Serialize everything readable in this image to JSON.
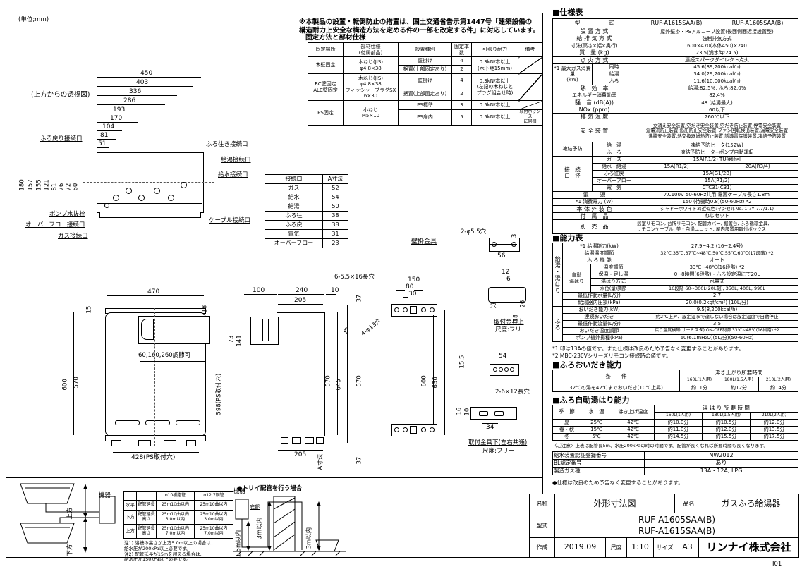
{
  "page": {
    "unit_note": "(単位;mm)",
    "code": "I01"
  },
  "top_note": "※本製品の設置・転倒防止の措置は、国土交通省告示第1447号「建築設備の\n構造耐力上安全な構造方法を定める件の一部を改定する件」に対応しています。",
  "fixing": {
    "title": "固定方法と部材仕様",
    "h": [
      "固定場所",
      "部材仕様\n(付属部品)",
      "設置種別",
      "固定本数",
      "引張り耐力",
      "備考"
    ],
    "wood": {
      "place": "木壁固定",
      "parts": "木ねじ(JIS)\nφ4.8×38",
      "t1": "壁掛け",
      "q1": "4",
      "t2": "据置(上部固定あり)",
      "q2": "2",
      "pull": "0.3kN/本以上\n(木下地15mm)"
    },
    "rc": {
      "place": "RC壁固定\nALC壁固定",
      "parts": "木ねじ(JIS)\nφ4.8×38\nフィッシャープラグSX\n6×30",
      "t1": "壁掛け",
      "q1": "4",
      "t2": "据置(上部固定あり)",
      "q2": "2",
      "pull": "0.3kN/本以上\n(左記の木ねじと\nプラグ組合せ時)"
    },
    "ps": {
      "place": "PS固定",
      "parts": "小ねじ\nM5×10",
      "t1": "PS標準",
      "q1": "3",
      "p1": "0.5kN/本以上",
      "t2": "PS扉内",
      "q2": "5",
      "p2": "0.5kN/本以上",
      "note": "取付ボックス\nに同梱"
    }
  },
  "top_view": {
    "caption": "(上方からの透視図)",
    "h": [
      "450",
      "403",
      "336",
      "286",
      "193",
      "170",
      "104",
      "81",
      "51"
    ],
    "v": [
      "180",
      "157",
      "155",
      "121",
      "81",
      "76",
      "72",
      "60"
    ],
    "l": [
      "ふろ戻り接続口",
      "ポンプ水抜栓",
      "オーバーフロー接続口",
      "ガス接続口"
    ],
    "r": [
      "ふろ往き接続口",
      "給湯接続口",
      "給水接続口",
      "ケーブル接続口"
    ]
  },
  "conn": {
    "h1": "接続口",
    "h2": "A寸法",
    "rows": [
      [
        "ガス",
        "52"
      ],
      [
        "給水",
        "54"
      ],
      [
        "給湯",
        "50"
      ],
      [
        "ふろ往",
        "38"
      ],
      [
        "ふろ戻",
        "38"
      ],
      [
        "電気",
        "31"
      ],
      [
        "オーバーフロー",
        "23"
      ]
    ]
  },
  "front": {
    "w": "470",
    "ml": "15",
    "mr": "18",
    "h1": "600",
    "h2": "570",
    "ps_h": "598(PS取付穴)",
    "ps_w": "428(PS取付穴)",
    "adj": "60,160,260調節可"
  },
  "side": {
    "d1": "100",
    "d2": "240",
    "d3": "10",
    "tw": "205",
    "e1": "73",
    "e2": "141",
    "h1": "570",
    "h2": "645",
    "bw": "205",
    "a": "A寸法"
  },
  "wbracket": {
    "name": "壁掛金具",
    "slot": "6-5.5×16長穴",
    "d150": "150",
    "d80": "80",
    "d30": "30",
    "holes": "4-φ13穴",
    "t37a": "37",
    "d25": "25",
    "h570": "570",
    "h600": "600",
    "h630": "630",
    "t37b": "37"
  },
  "tbracket": {
    "holes": "2-φ5.5穴",
    "d13": "13",
    "d56": "56",
    "d12": "12",
    "d6": "6",
    "hole": "穴",
    "d26": "26",
    "d18": "18",
    "cap": "取付金具上",
    "scale": "尺度:フリー"
  },
  "bbracket": {
    "d155": "15.5",
    "d54": "54",
    "slot": "2-6×12長穴",
    "d16": "16",
    "d10": "10",
    "d34": "34",
    "cap": "取付金具下(左右共通)",
    "scale": "尺度:フリー"
  },
  "bath": {
    "up": "上方",
    "down": "下方",
    "unit": "機器"
  },
  "piping": {
    "c1": "φ10樹脂管",
    "c2": "φ12.7銅管",
    "rows": [
      {
        "dir": "水平",
        "item": "配管延長",
        "v1": "25m10曲以内",
        "v2": "25m10曲以内"
      },
      {
        "dir": "下方",
        "item": "配管延長\n高さ",
        "v1": "25m10曲以内\n3.0m以内",
        "v2": "25m10曲以内\n3.0m以内"
      },
      {
        "dir": "上方",
        "item": "配管延長\n高さ",
        "v1": "25m10曲以内\n7.0m以内",
        "v2": "25m10曲以内\n7.0m以内"
      }
    ],
    "notes": "注1) 浴槽の高さが上方5.0m以上の場合は、\n給水圧が200kPa以上必要です。\n注2) 配管延長が15mを超える場合は、\n給水圧が150kPa以上必要です。"
  },
  "torii": {
    "title": "●トリイ配管を行う場合",
    "unit": "機器",
    "bottom": "底部",
    "a1": "3m以内",
    "a2": "1.5m以内",
    "a3": "3m以内"
  },
  "spec": {
    "title": "■仕様表",
    "model": {
      "label": "型　　　　　式",
      "v1": "RUF-A1615SAA(B)",
      "v2": "RUF-A1605SAA(B)"
    },
    "rows1": [
      {
        "label": "設 置 方 式",
        "value": "屋外壁掛・PSアルコーブ設置(後面側面近接設置型)"
      },
      {
        "label": "給 排 気 方 式",
        "value": "強制排気方式"
      },
      {
        "label": "寸法(高さ×幅×奥行)",
        "value": "600×470(本体450)×240"
      },
      {
        "label": "質　量 (kg)",
        "value": "23.5(満水時:24.5)"
      },
      {
        "label": "点 火 方 式",
        "value": "連続スパークダイレクト点火"
      }
    ],
    "gas": {
      "label": "*1 最大ガス消費量\n(kW)",
      "k0": "同時",
      "v0": "45.6(39,200kcal/h)",
      "k1": "給湯",
      "v1": "34.0(29,200kcal/h)",
      "k2": "ふろ",
      "v2": "11.6(10,000kcal/h)"
    },
    "rows2": [
      {
        "label": "熱　効　率",
        "value": "給湯:82.5%, ふろ:82.0%"
      },
      {
        "label": "エネルギー消費効率",
        "value": "82.4%"
      },
      {
        "label": "騒　音 (dB(A))",
        "value": "48 (給湯最大)"
      },
      {
        "label": "NOx (ppm)",
        "value": "60以下"
      },
      {
        "label": "排 気 温 度",
        "value": "260℃以下"
      },
      {
        "label": "安 全 装 置",
        "value": "立消え安全装置,空だき安全装置,空だき防止装置,停電安全装置\n過電流防止装置,過圧防止安全装置,ファン回転検出装置,漏電安全装置\n沸騰安全装置,熱交換器過熱防止装置,誘導雷保護装置,凍結予防装置"
      }
    ],
    "freeze": {
      "label": "凍結予防",
      "k0": "給　湯",
      "v0": "凍結予防ヒータ(152W)",
      "k1": "ふ　ろ",
      "v1": "凍結予防ヒータ+ポンプ自動運転"
    },
    "conn": {
      "label": "接　続\n口　径",
      "k0": "ガ　ス",
      "v0": "15A(R1/2) TU接続可",
      "k1": "給水・給湯",
      "v1a": "15A(R1/2)",
      "v1b": "20A(R3/4)",
      "k2": "ふろ往戻",
      "v2": "15A(G1/2B)",
      "k3": "オーバーフロー",
      "v3": "15A(R1/2)",
      "k4": "電　気",
      "v4": "CTC31(C31)"
    },
    "rows3": [
      {
        "label": "電　　源",
        "value": "AC100V 50-60Hz共用 電源ケーブル長さ1.8m"
      },
      {
        "label": "*1 消費電力 (W)",
        "value": "150 (待機時0.8)(50-60Hz) *2"
      },
      {
        "label": "本 体 外 装 色",
        "value": "シャドーホワイト3(近似色:マンセルNo. 1.7Y 7.7/1.1)"
      },
      {
        "label": "付　属　品",
        "value": "ねじセット"
      },
      {
        "label": "別　売　品",
        "value": "浴室リモコン, 台所リモコン, 配管カバー, 据置台, ふろ循環金具,\nリモコンケーブル, 美・白湯ユニット, 屋内設置用取付ボックス"
      }
    ]
  },
  "cap": {
    "title": "■能力表",
    "g1": "給湯・湯はり",
    "g2": "ふろ",
    "rows": [
      {
        "label": "*1 給湯能力(kW)",
        "value": "27.9~4.2 (16~2.4号)"
      },
      {
        "label": "給湯温度調節",
        "value": "32℃,35℃,37℃~48℃,50℃,55℃,60℃(17段階) *2"
      },
      {
        "label": "ふ ろ 機 能",
        "value": "オート"
      }
    ],
    "auto": {
      "label": "自動\n湯はり",
      "k0": "温度調節",
      "v0": "33℃~48℃(16段階) *2",
      "k1": "保温・足し湯",
      "v1": "0~8時間(6段階)・ふろ設定温にて20L",
      "k2": "湯はり方式",
      "v2": "水量式",
      "k3": "水位(量)調節",
      "v3": "16段階 60~300L(20L刻), 350L, 400L, 990L"
    },
    "rows2": [
      {
        "label": "最低作動水量(L/分)",
        "value": "2.7"
      },
      {
        "label": "給湯器内圧損(kPa)",
        "value": "20.0(0.2kgf/cm²) (10L/分)"
      }
    ],
    "furo": [
      {
        "label": "おいだき能力(kW)",
        "value": "9.5(8,200kcal/h)"
      },
      {
        "label": "連続おいだき",
        "value": "約2℃上昇、設定温まで達しない場合は設定温度で自動停止"
      },
      {
        "label": "最低作動流量(L/分)",
        "value": "3.5"
      },
      {
        "label": "おいだき温度調節",
        "value": "戻り温度検知(サーミスタ) ON-OFF制御 33℃~48℃(16段階) *2"
      },
      {
        "label": "ポンプ機外揚程(kPa)",
        "value": "60(6.1mH₂O)(5L/分)(50-60Hz)"
      }
    ]
  },
  "cap_notes": {
    "n1": "*1 印は13Aの値です。また仕様は改良のため予告なく変更することがあります。",
    "n2": "*2 MBC-230Vシリーズリモコン接続時の値です。"
  },
  "oidaki": {
    "title": "■ふろおいだき能力",
    "cond": "条　　件",
    "time": "沸き上がり所要時間",
    "cols": [
      "160L(1人用)",
      "180L(1.5人用)",
      "210L(2人用)"
    ],
    "row": {
      "cond": "32℃の湯を42℃までおいだき(10℃上昇)",
      "t1": "約11分",
      "t2": "約12分",
      "t3": "約14分"
    }
  },
  "yuhari": {
    "title": "■ふろ自動湯はり能力",
    "season": "季　節",
    "temp": "水　温",
    "target": "沸き上げ温度",
    "time": "湯 は り 所 要 時 間",
    "cols": [
      "160L(1人用)",
      "180L(1.5人用)",
      "210L(2人用)"
    ],
    "rows": [
      {
        "s": "夏",
        "w": "25℃",
        "t": "42℃",
        "t1": "約10.0分",
        "t2": "約10.5分",
        "t3": "約12.0分"
      },
      {
        "s": "春・秋",
        "w": "15℃",
        "t": "42℃",
        "t1": "約11.0分",
        "t2": "約12.0分",
        "t3": "約13.5分"
      },
      {
        "s": "冬",
        "w": "5℃",
        "t": "42℃",
        "t1": "約14.5分",
        "t2": "約15.5分",
        "t3": "約17.5分"
      }
    ],
    "note": "〈ご注意〉上表は配管長5m、水圧200kPaの時の時間です。配管が長くなれば所要時間も長くなります。"
  },
  "cert": {
    "rows": [
      [
        "給水装置認証登録番号",
        "NW2012"
      ],
      [
        "BL認定番号",
        "あり"
      ],
      [
        "製造ガス種",
        "13A・12A, LPG"
      ]
    ]
  },
  "final_note": "●仕様は改良のため予告なく変更することがあります。",
  "tb": {
    "name_l": "名称",
    "name": "外形寸法図",
    "prod_l": "品名",
    "prod": "ガスふろ給湯器",
    "model_l": "型式",
    "models": "RUF-A1605SAA(B)\nRUF-A1615SAA(B)",
    "made_l": "作成",
    "made": "2019.09",
    "scale_l": "尺度",
    "scale": "1:10",
    "size_l": "サイズ",
    "size": "A3",
    "company": "リンナイ株式会社"
  }
}
